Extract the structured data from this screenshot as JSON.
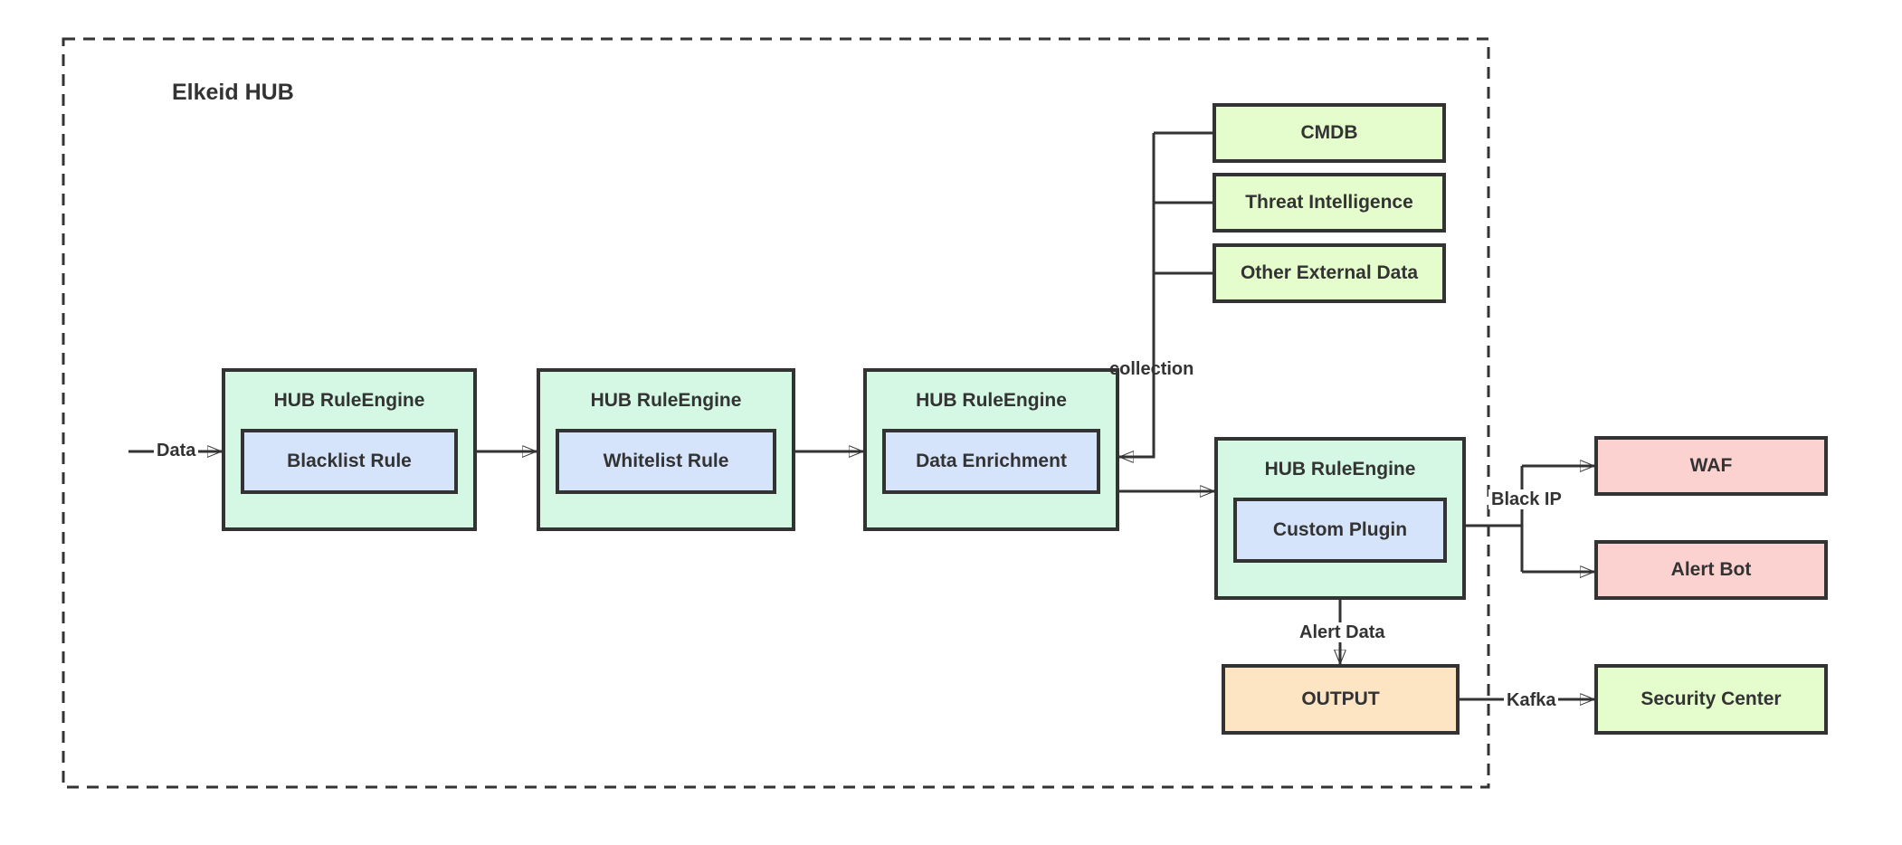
{
  "diagram": {
    "container_label": "Elkeid HUB",
    "rule_engines": [
      {
        "title": "HUB RuleEngine",
        "plugin": "Blacklist Rule"
      },
      {
        "title": "HUB RuleEngine",
        "plugin": "Whitelist Rule"
      },
      {
        "title": "HUB RuleEngine",
        "plugin": "Data Enrichment"
      },
      {
        "title": "HUB RuleEngine",
        "plugin": "Custom Plugin"
      }
    ],
    "external_data_sources": [
      {
        "label": "CMDB"
      },
      {
        "label": "Threat Intelligence"
      },
      {
        "label": "Other External Data"
      }
    ],
    "sinks": [
      {
        "label": "WAF"
      },
      {
        "label": "Alert Bot"
      },
      {
        "label": "Security Center"
      }
    ],
    "output_node": {
      "label": "OUTPUT"
    },
    "edge_labels": {
      "data_in": "Data",
      "collection": "collection",
      "black_ip": "Black IP",
      "alert_data": "Alert Data",
      "kafka": "Kafka"
    },
    "colors": {
      "engine_fill": "#d4f8e4",
      "plugin_fill": "#d6e4fb",
      "external_fill": "#e5fccd",
      "sink_fill": "#fbd2d0",
      "output_fill": "#fde4c3",
      "stroke": "#333333"
    }
  }
}
